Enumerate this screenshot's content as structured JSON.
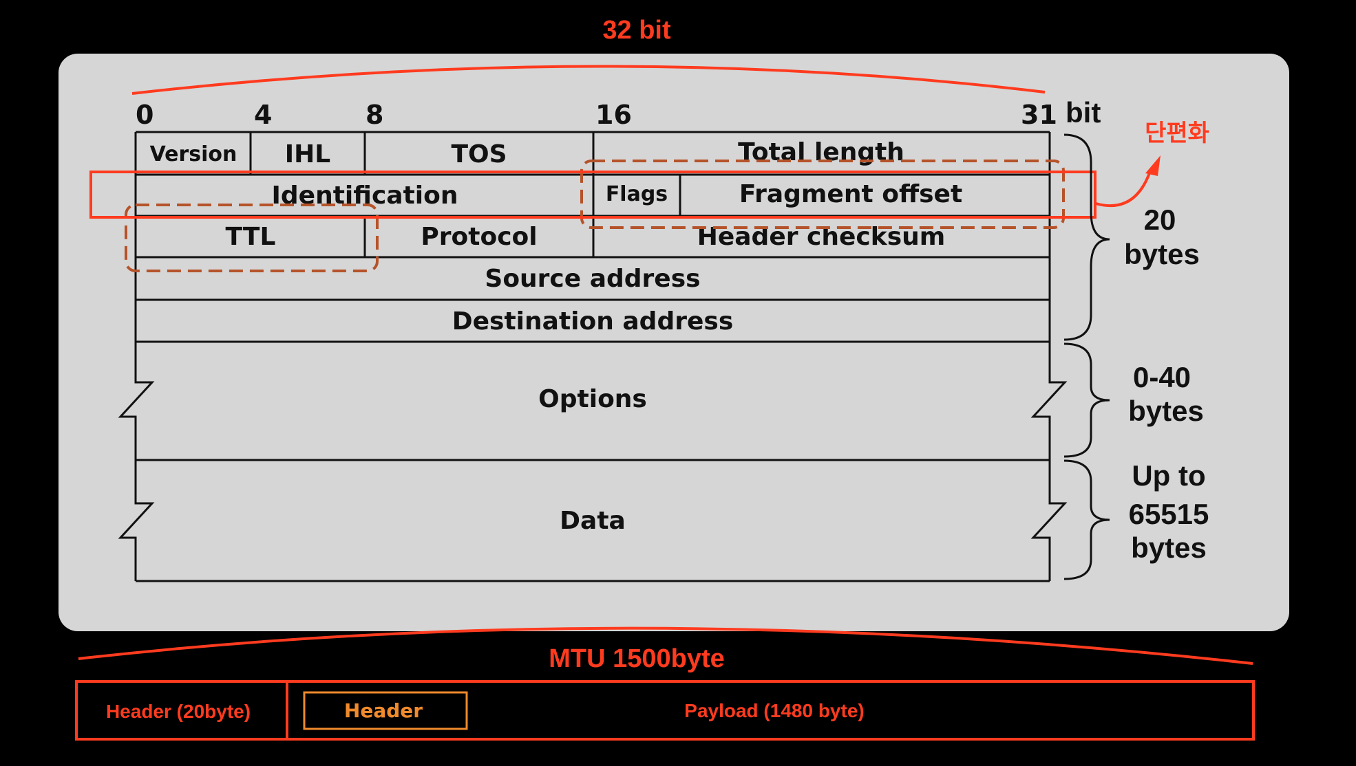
{
  "top_label": "32 bit",
  "bit_scale": {
    "ticks": [
      "0",
      "4",
      "8",
      "16",
      "31"
    ],
    "unit": "bit"
  },
  "fields": {
    "version": "Version",
    "ihl": "IHL",
    "tos": "TOS",
    "total_length": "Total length",
    "identification": "Identification",
    "flags": "Flags",
    "fragment_offset": "Fragment offset",
    "ttl": "TTL",
    "protocol": "Protocol",
    "header_checksum": "Header checksum",
    "source_address": "Source address",
    "destination_address": "Destination address",
    "options": "Options",
    "data": "Data"
  },
  "braces": {
    "header": [
      "20",
      "bytes"
    ],
    "options": [
      "0-40",
      "bytes"
    ],
    "data": [
      "Up to",
      "65515",
      "bytes"
    ]
  },
  "annotation": "단편화",
  "mtu": {
    "title": "MTU 1500byte",
    "header": "Header (20byte)",
    "inner_header": "Header",
    "payload": "Payload (1480 byte)"
  },
  "colors": {
    "panel": "#d6d6d6",
    "highlight_red": "#ff3b1f",
    "highlight_orange_dashed": "#b5532a",
    "inner_header_border": "#f08a2c"
  }
}
